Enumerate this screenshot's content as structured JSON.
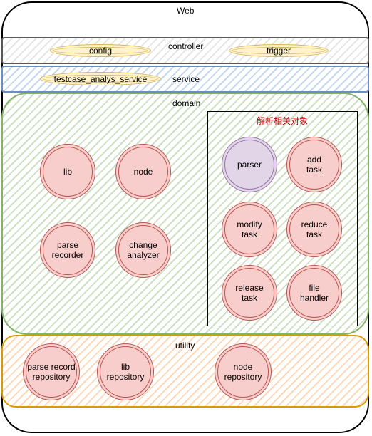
{
  "diagram": {
    "web": {
      "label": "Web"
    },
    "controller": {
      "label": "controller",
      "items": [
        "config",
        "trigger"
      ]
    },
    "service": {
      "label": "service",
      "items": [
        "testcase_analys_service"
      ]
    },
    "domain": {
      "label": "domain",
      "components": [
        "lib",
        "node",
        "parse\nrecorder",
        "change\nanalyzer"
      ],
      "parse_group": {
        "title": "解析相关对象",
        "components": [
          "parser",
          "add\ntask",
          "modify\ntask",
          "reduce\ntask",
          "release\ntask",
          "file\nhandler"
        ]
      }
    },
    "utility": {
      "label": "utility",
      "components": [
        "parse record\nrepository",
        "lib\nrepository",
        "node\nrepository"
      ]
    },
    "colors": {
      "controller_stroke": "#595959",
      "service_stroke": "#6c8ebf",
      "domain_stroke": "#82b366",
      "utility_stroke": "#d79b00",
      "ellipse_fill": "#fff2cc",
      "ellipse_stroke": "#d6b656",
      "component_fill": "#f8cecc",
      "component_stroke": "#b85450",
      "parser_fill": "#e1d5e7",
      "parser_stroke": "#9673a6",
      "group_title": "#b80000"
    }
  }
}
